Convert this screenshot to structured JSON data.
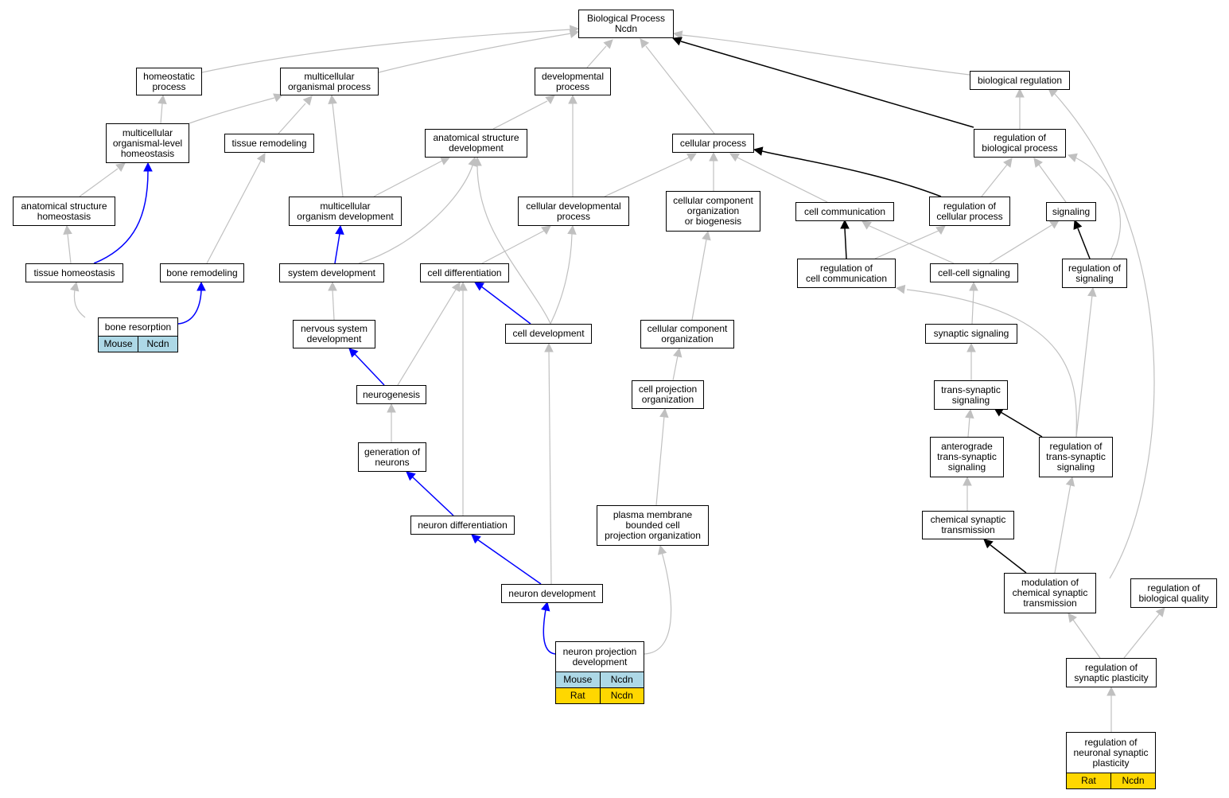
{
  "colors": {
    "gray_edge": "#c0c0c0",
    "black_edge": "#000000",
    "blue_edge": "#0000ff",
    "mouse": "#add8e6",
    "rat": "#ffd700"
  },
  "nodes": {
    "root": "Biological Process\nNcdn",
    "homeostatic_process": "homeostatic\nprocess",
    "multicellular_organismal_process": "multicellular\norganismal process",
    "developmental_process": "developmental\nprocess",
    "biological_regulation": "biological regulation",
    "multicellular_organismal_level_homeostasis": "multicellular\norganismal-level\nhomeostasis",
    "tissue_remodeling": "tissue remodeling",
    "anatomical_structure_development": "anatomical structure\ndevelopment",
    "cellular_process": "cellular process",
    "regulation_of_biological_process": "regulation of\nbiological process",
    "anatomical_structure_homeostasis": "anatomical structure\nhomeostasis",
    "multicellular_organism_development": "multicellular\norganism development",
    "cellular_developmental_process": "cellular developmental\nprocess",
    "cellular_component_organization_or_biogenesis": "cellular component\norganization\nor biogenesis",
    "cell_communication": "cell communication",
    "regulation_of_cellular_process": "regulation of\ncellular process",
    "signaling": "signaling",
    "tissue_homeostasis": "tissue homeostasis",
    "bone_remodeling": "bone remodeling",
    "system_development": "system development",
    "cell_differentiation": "cell differentiation",
    "regulation_of_cell_communication": "regulation of\ncell communication",
    "cell_cell_signaling": "cell-cell signaling",
    "regulation_of_signaling": "regulation of\nsignaling",
    "bone_resorption": "bone resorption",
    "nervous_system_development": "nervous system\ndevelopment",
    "cell_development": "cell development",
    "cellular_component_organization": "cellular component\norganization",
    "synaptic_signaling": "synaptic signaling",
    "neurogenesis": "neurogenesis",
    "cell_projection_organization": "cell projection\norganization",
    "trans_synaptic_signaling": "trans-synaptic\nsignaling",
    "generation_of_neurons": "generation of\nneurons",
    "anterograde_trans_synaptic_signaling": "anterograde\ntrans-synaptic\nsignaling",
    "regulation_of_trans_synaptic_signaling": "regulation of\ntrans-synaptic\nsignaling",
    "plasma_membrane_bounded_cell_projection_organization": "plasma membrane\nbounded cell\nprojection organization",
    "neuron_differentiation": "neuron differentiation",
    "chemical_synaptic_transmission": "chemical synaptic\ntransmission",
    "modulation_of_chemical_synaptic_transmission": "modulation of\nchemical synaptic\ntransmission",
    "regulation_of_biological_quality": "regulation of\nbiological quality",
    "neuron_development": "neuron development",
    "neuron_projection_development": "neuron projection\ndevelopment",
    "regulation_of_synaptic_plasticity": "regulation of\nsynaptic plasticity",
    "regulation_of_neuronal_synaptic_plasticity": "regulation of\nneuronal synaptic\nplasticity"
  },
  "annotations": {
    "bone_resorption": [
      {
        "species": "Mouse",
        "gene": "Ncdn"
      }
    ],
    "neuron_projection_development": [
      {
        "species": "Mouse",
        "gene": "Ncdn"
      },
      {
        "species": "Rat",
        "gene": "Ncdn"
      }
    ],
    "regulation_of_neuronal_synaptic_plasticity": [
      {
        "species": "Rat",
        "gene": "Ncdn"
      }
    ]
  }
}
